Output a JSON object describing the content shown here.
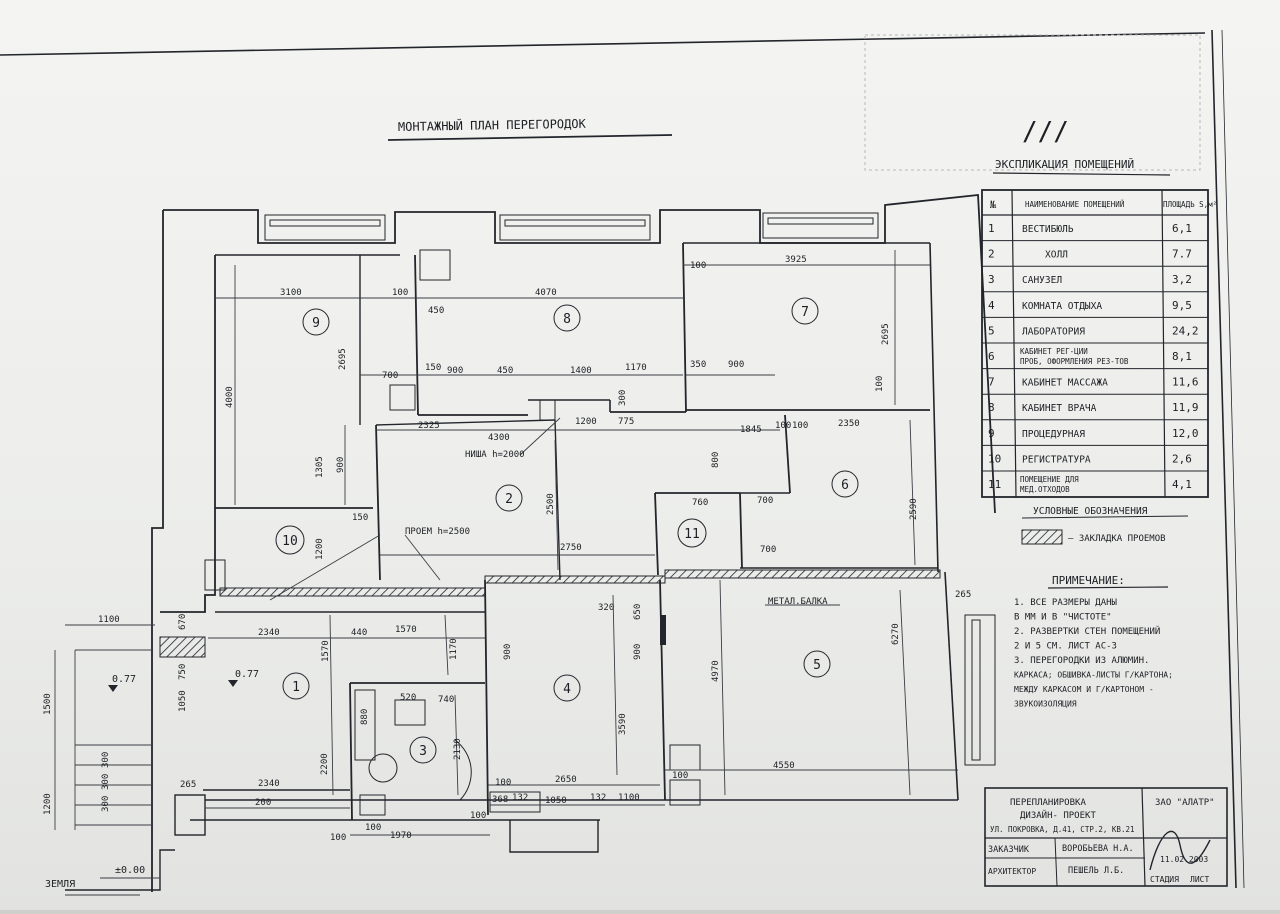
{
  "title": "МОНТАЖНЫЙ   ПЛАН   ПЕРЕГОРОДОК",
  "explication": {
    "title": "ЭКСПЛИКАЦИЯ  ПОМЕЩЕНИЙ",
    "headers": [
      "№",
      "НАИМЕНОВАНИЕ ПОМЕЩЕНИЙ",
      "ПЛОЩАДЬ S,м²"
    ],
    "rows": [
      {
        "no": "1",
        "name": "ВЕСТИБЮЛЬ",
        "area": "6,1"
      },
      {
        "no": "2",
        "name": "ХОЛЛ",
        "area": "7.7"
      },
      {
        "no": "3",
        "name": "САНУЗЕЛ",
        "area": "3,2"
      },
      {
        "no": "4",
        "name": "КОМНАТА ОТДЫХА",
        "area": "9,5"
      },
      {
        "no": "5",
        "name": "ЛАБОРАТОРИЯ",
        "area": "24,2"
      },
      {
        "no": "6",
        "name": "КАБИНЕТ РЕГ-ЦИИ ПРОБ, ОФОРМЛЕНИЯ РЕЗ-ТОВ",
        "area": "8,1"
      },
      {
        "no": "7",
        "name": "КАБИНЕТ МАССАЖА",
        "area": "11,6"
      },
      {
        "no": "8",
        "name": "КАБИНЕТ ВРАЧА",
        "area": "11,9"
      },
      {
        "no": "9",
        "name": "ПРОЦЕДУРНАЯ",
        "area": "12,0"
      },
      {
        "no": "10",
        "name": "РЕГИСТРАТУРА",
        "area": "2,6"
      },
      {
        "no": "11",
        "name": "ПОМЕЩЕНИЕ ДЛЯ МЕД.ОТХОДОВ",
        "area": "4,1"
      }
    ]
  },
  "legend": {
    "title": "УСЛОВНЫЕ   ОБОЗНАЧЕНИЯ",
    "items": [
      {
        "label": "– ЗАКЛАДКА  ПРОЕМОВ"
      }
    ]
  },
  "notes": {
    "title": "ПРИМЕЧАНИЕ:",
    "lines": [
      "1. ВСЕ  РАЗМЕРЫ  ДАНЫ",
      "   В  ММ  И  В  \"ЧИСТОТЕ\"",
      "2. РАЗВЕРТКИ  СТЕН  ПОМЕЩЕНИЙ",
      "   2  И  5  СМ.  ЛИСТ  АС-3",
      "3. ПЕРЕГОРОДКИ  ИЗ  АЛЮМИН.",
      "КАРКАСА; ОБШИВКА-ЛИСТЫ Г/КАРТОНА;",
      "МЕЖДУ КАРКАСОМ И Г/КАРТОНОМ -",
      "ЗВУКОИЗОЛЯЦИЯ"
    ]
  },
  "stamp": {
    "project": [
      "ПЕРЕПЛАНИРОВКА",
      "ДИЗАЙН- ПРОЕКТ",
      "УЛ. ПОКРОВКА, Д.41, СТР.2, КВ.21"
    ],
    "company": "ЗАО  \"АЛАТР\"",
    "customer_label": "ЗАКАЗЧИК",
    "customer_name": "ВОРОБЬЕВА Н.А.",
    "architect_label": "АРХИТЕКТОР",
    "architect_name": "ПЕШЕЛЬ Л.Б.",
    "date": "11.02.2003",
    "stage_label": "СТАДИЯ",
    "sheet_label": "ЛИСТ"
  },
  "rooms": [
    "1",
    "2",
    "3",
    "4",
    "5",
    "6",
    "7",
    "8",
    "9",
    "10",
    "11"
  ],
  "annotations": {
    "niche": "НИША h=2000",
    "passage": "ПРОЕМ h=2500",
    "beam": "МЕТАЛ.БАЛКА",
    "ground": "ЗЕМЛЯ",
    "ground_level": "±0.00",
    "level_1": "0.77",
    "level_2": "0.77"
  },
  "dimensions": [
    "3100",
    "100",
    "4070",
    "100",
    "3925",
    "2695",
    "2695",
    "450",
    "4000",
    "700",
    "150",
    "900",
    "450",
    "1400",
    "1170",
    "350",
    "900",
    "2325",
    "4300",
    "300",
    "1200",
    "775",
    "100",
    "1845",
    "100",
    "2350",
    "1305",
    "900",
    "150",
    "2500",
    "800",
    "2590",
    "760",
    "700",
    "700",
    "2750",
    "1200",
    "320",
    "650",
    "6270",
    "4970",
    "265",
    "1100",
    "670",
    "2340",
    "440",
    "1570",
    "1570",
    "1170",
    "900",
    "900",
    "3590",
    "750",
    "1050",
    "1500",
    "520",
    "740",
    "2130",
    "880",
    "2200",
    "2650",
    "4550",
    "265",
    "2340",
    "1200",
    "300",
    "300",
    "300",
    "100",
    "1970",
    "368",
    "132",
    "1050",
    "132",
    "1100",
    "100",
    "100",
    "200",
    "100",
    "100",
    "100"
  ],
  "colors": {
    "ink": "#22252b",
    "paper": "#f1f1ef"
  }
}
